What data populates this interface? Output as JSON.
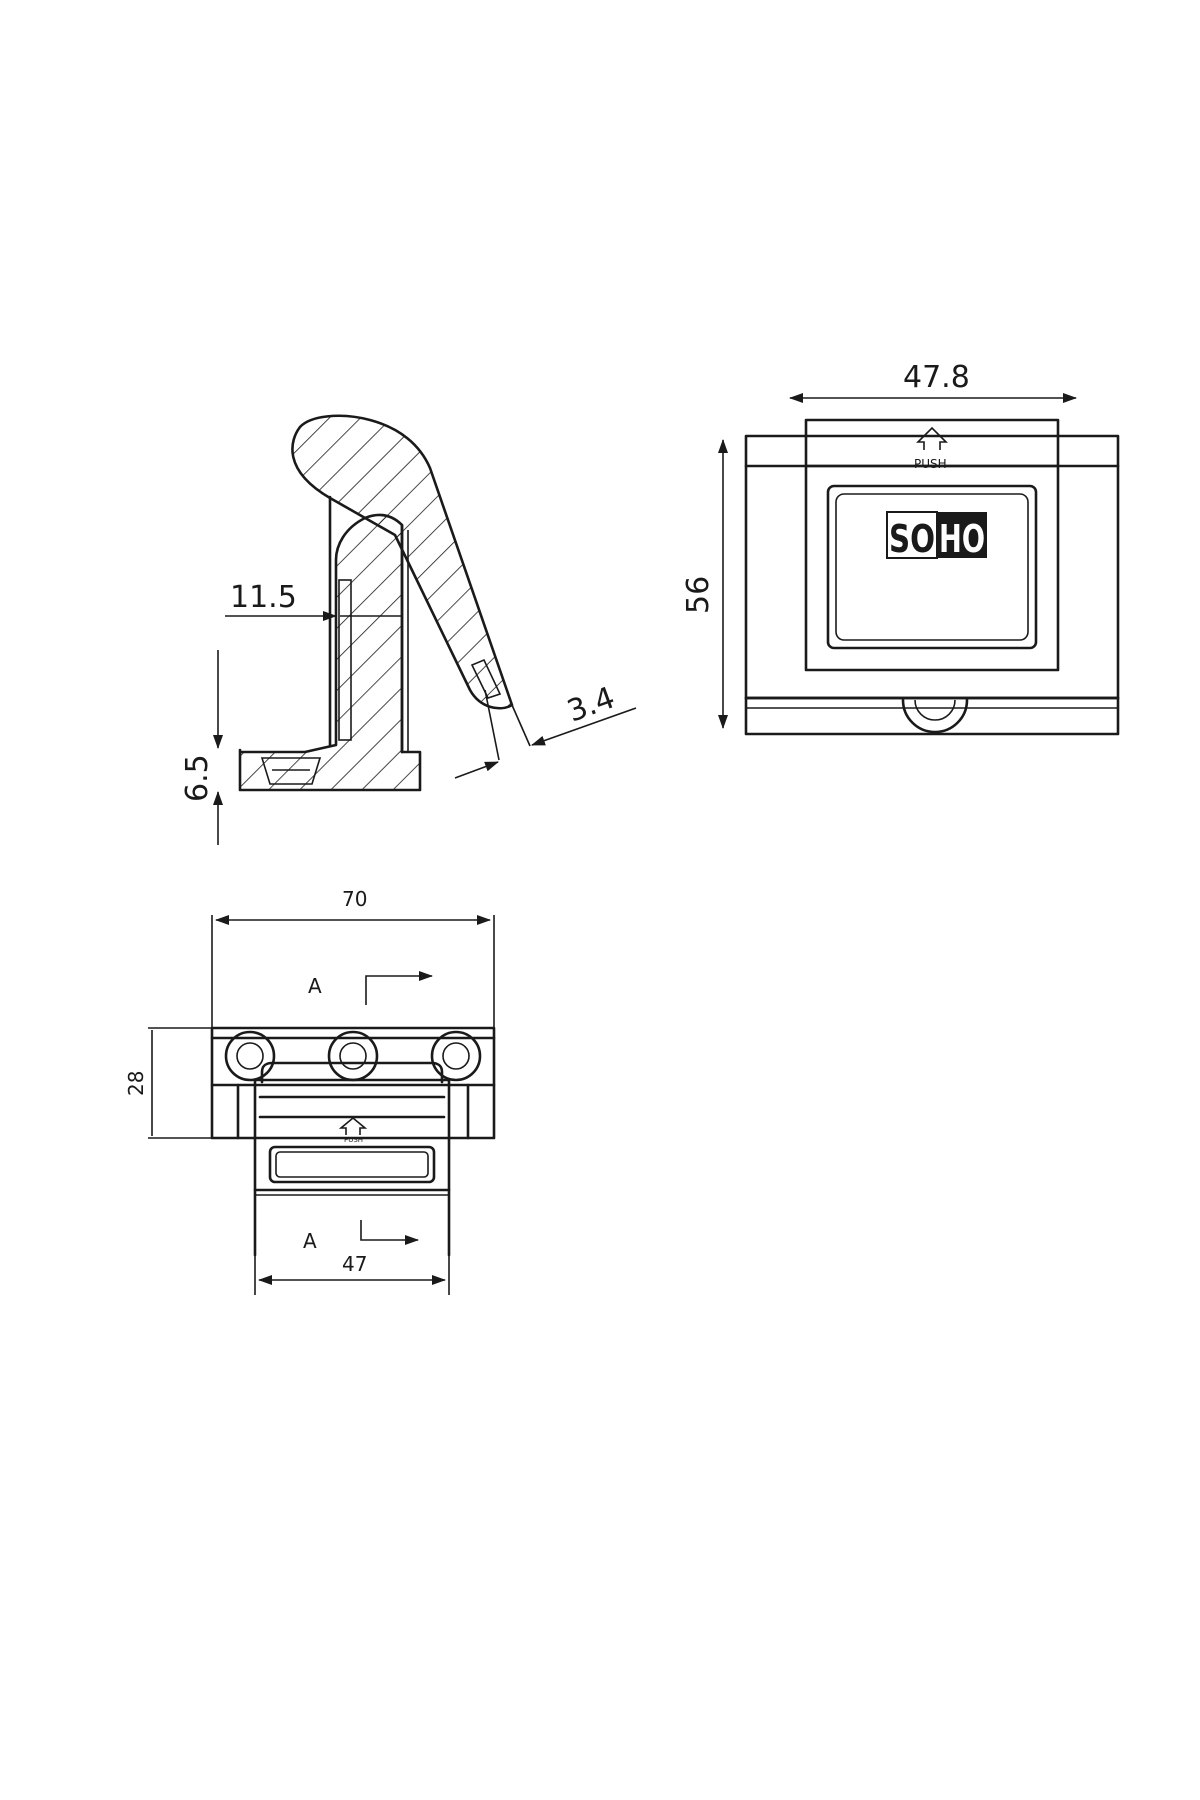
{
  "dimensions": {
    "side_width": "11.5",
    "side_height": "6.5",
    "side_thickness": "3.4",
    "front_width": "47.8",
    "front_height": "56",
    "top_width": "70",
    "top_height": "28",
    "top_inner_width": "47"
  },
  "labels": {
    "push_front": "PUSH",
    "push_top": "PUSH",
    "section_a_top": "A",
    "section_a_bottom": "A"
  },
  "logo": {
    "text_left": "SO",
    "text_right": "HO"
  },
  "colors": {
    "line": "#1a1a1a",
    "background": "#ffffff"
  }
}
